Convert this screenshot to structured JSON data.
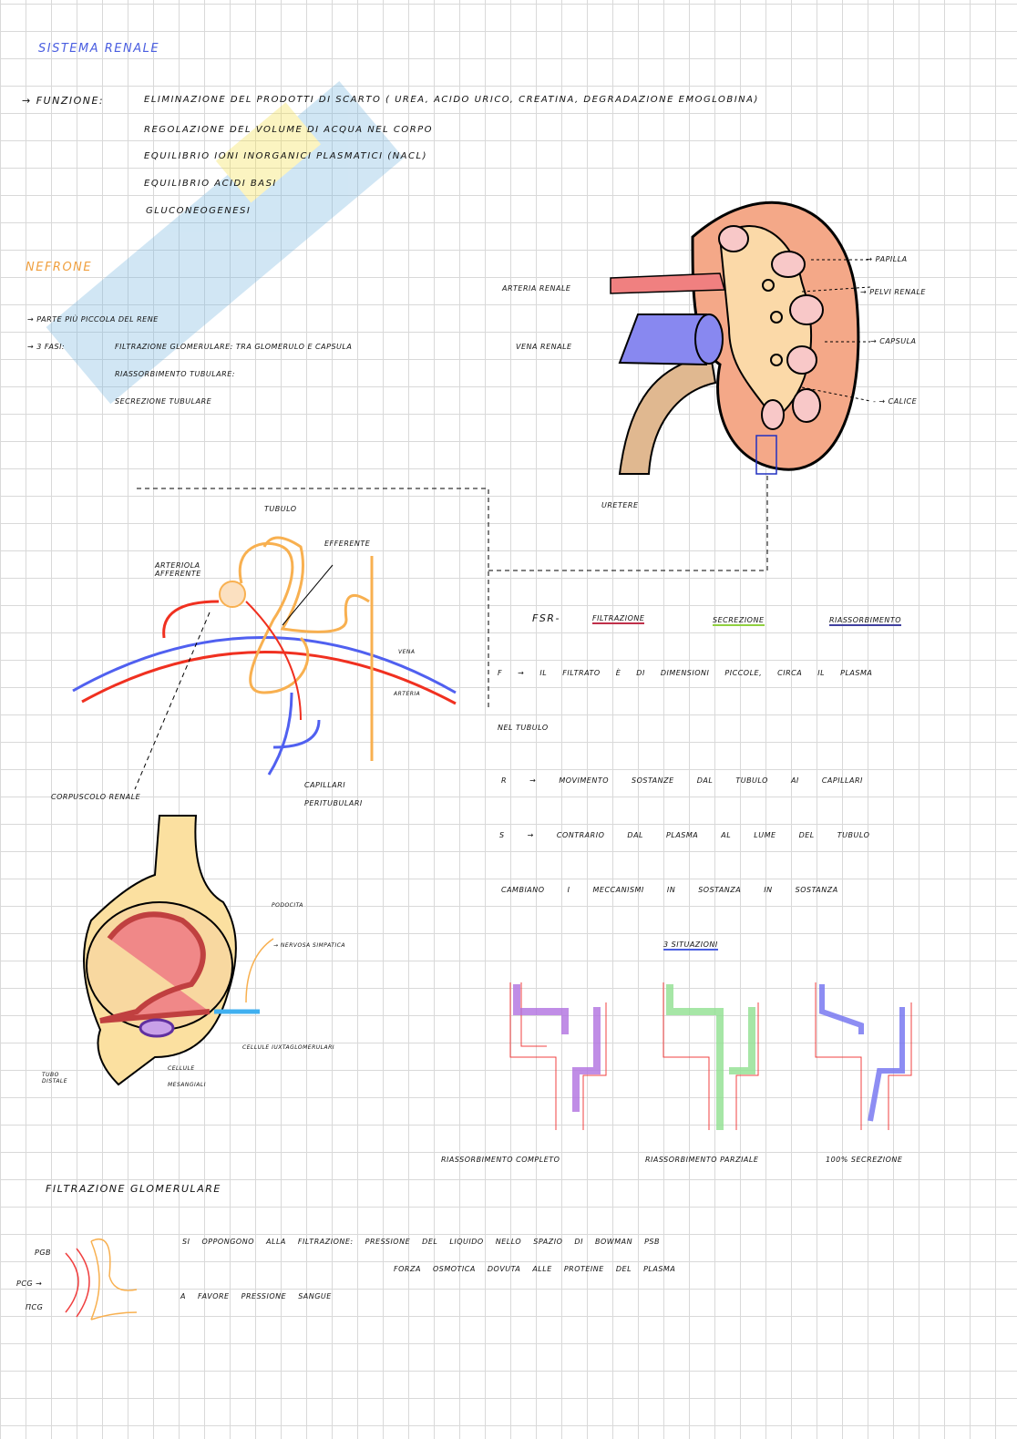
{
  "titles": {
    "main": "Sistema renale",
    "nephron": "Nefrone",
    "glomerular": "Filtrazione glomerulare"
  },
  "funzione": {
    "label": "→ Funzione:",
    "items": [
      "Eliminazione del prodotti di scarto ( urea, acido urico, creatina, degradazione emoglobina)",
      "Regolazione del volume di acqua nel corpo",
      "Equilibrio ioni inorganici plasmatici (NaCl)",
      "Equilibrio acidi basi",
      "Gluconeogenesi"
    ]
  },
  "nefrone": {
    "line1": "→ Parte più piccola del rene",
    "fasi_label": "→ 3 fasi:",
    "fasi": [
      "Filtrazione glomerulare: tra glomerulo e capsula",
      "Riassorbimento tubulare:",
      "Secrezione tubulare"
    ]
  },
  "kidney": {
    "labels": {
      "papilla": "- → papilla",
      "pelvi": "→ pelvi renale",
      "capsula": "→ capsula",
      "calice": "- → calice",
      "arteria": "Arteria renale",
      "vena": "Vena renale",
      "uretere": "Uretere"
    }
  },
  "nephron_diagram": {
    "tubulo": "Tubulo",
    "efferente": "efferente",
    "afferente": "Arteriola afferente",
    "vena": "vena",
    "arteria": "arteria",
    "capillari": "Capillari peritubulari",
    "corpuscolo": "Corpuscolo renale"
  },
  "corpuscle": {
    "podocita": "podocita",
    "nervosa": "→ nervosa simpatica",
    "iuxta": "cellule iuxtaglomerulari",
    "tubo": "tubo distale",
    "mesangiali": "cellule mesangiali"
  },
  "fsr": {
    "title": "FSR-",
    "filtrazione": "Filtrazione",
    "secrezione": "secrezione",
    "riassorbimento": "riassorbimento",
    "f": "F → il filtrato è di dimensioni piccole, circa il plasma",
    "f2": "nel tubulo",
    "r": "R → movimento sostanze dal tubulo ai capillari",
    "s": "S → contrario dal plasma al lume del tubulo",
    "cambiano": "Cambiano i meccanismi in sostanza in sostanza",
    "situazioni": "3 situazioni",
    "cases": [
      "Riassorbimento completo",
      "Riassorbimento parziale",
      "100% secrezione"
    ],
    "colors": {
      "filtrazione": "#c0304a",
      "secrezione": "#90d040",
      "riassorbimento": "#4040a0"
    }
  },
  "glomerular": {
    "oppongono": "Si oppongono alla filtrazione: pressione del liquido nello spazio di Bowman Psb",
    "forza": "Forza osmotica dovuta alle proteine del plasma",
    "favore": "A favore pressione sangue",
    "pgb": "Pgb",
    "pcg": "Pcg →",
    "picg": "πcg"
  }
}
